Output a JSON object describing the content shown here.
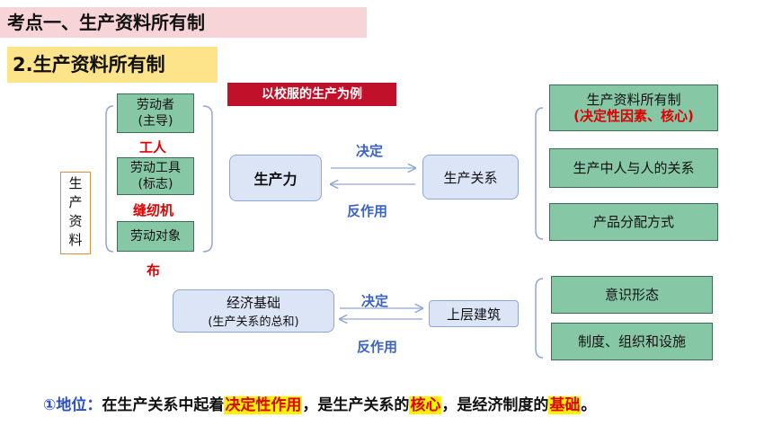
{
  "header": {
    "title": "考点一、生产资料所有制",
    "subtitle": "2.生产资料所有制",
    "example_label": "以校服的生产为例"
  },
  "left": {
    "vertical_label": [
      "生",
      "产",
      "资",
      "料"
    ],
    "items": [
      {
        "line1": "劳动者",
        "line2": "(主导)",
        "example": "工人"
      },
      {
        "line1": "劳动工具",
        "line2": "(标志)",
        "example": "缝纫机"
      },
      {
        "line1": "劳动对象",
        "line2": "",
        "example": "布"
      }
    ]
  },
  "center": {
    "productivity": "生产力",
    "relations": "生产关系",
    "forward": "决定",
    "backward": "反作用"
  },
  "right": {
    "items": [
      {
        "line1": "生产资料所有制",
        "line2": "(决定性因素、核心)"
      },
      {
        "line1": "生产中人与人的关系",
        "line2": ""
      },
      {
        "line1": "产品分配方式",
        "line2": ""
      }
    ]
  },
  "lower": {
    "base_line1": "经济基础",
    "base_line2": "(生产关系的总和)",
    "superstructure": "上层建筑",
    "forward": "决定",
    "backward": "反作用",
    "items": [
      "意识形态",
      "制度、组织和设施"
    ]
  },
  "statement": {
    "prefix": "①地位：",
    "part1": "在生产关系中起着",
    "hl1": "决定性作用",
    "part2": "，是生产关系的",
    "hl2": "核心",
    "part3": "，是经济制度的",
    "hl3": "基础",
    "end": "。"
  },
  "colors": {
    "green_box": "#86c7a6",
    "blue_box": "#dbe5f6",
    "red": "#e00000",
    "blue_text": "#3b63c4",
    "highlight": "#fff200"
  }
}
